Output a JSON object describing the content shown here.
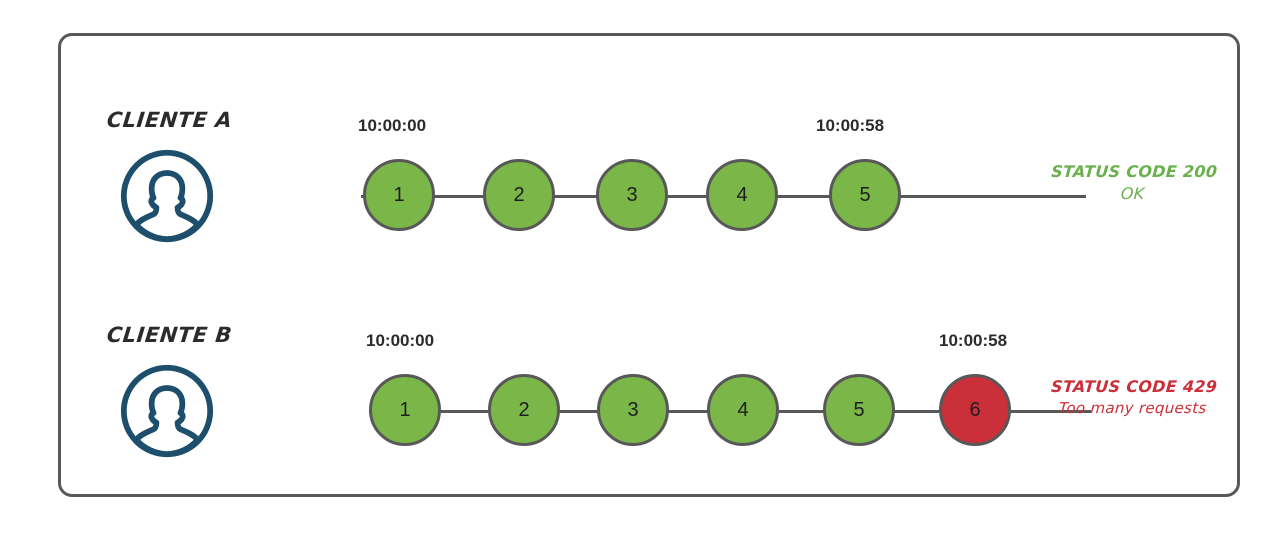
{
  "diagram": {
    "title_present": false,
    "colors": {
      "success": "#7ab648",
      "error": "#cb2f39",
      "stroke": "#585858",
      "avatar": "#1d4e6b",
      "status_ok_text": "#6ab04c",
      "status_fail_text": "#cb2f39"
    },
    "rows": [
      {
        "client_label": "CLIENTE A",
        "avatar_icon": "user-avatar-icon",
        "timestamp_start": "10:00:00",
        "timestamp_end": "10:00:58",
        "nodes": [
          {
            "label": "1",
            "state": "ok"
          },
          {
            "label": "2",
            "state": "ok"
          },
          {
            "label": "3",
            "state": "ok"
          },
          {
            "label": "4",
            "state": "ok"
          },
          {
            "label": "5",
            "state": "ok"
          }
        ],
        "status": {
          "code": "STATUS CODE 200",
          "message": "OK",
          "state": "ok"
        }
      },
      {
        "client_label": "CLIENTE B",
        "avatar_icon": "user-avatar-icon",
        "timestamp_start": "10:00:00",
        "timestamp_end": "10:00:58",
        "nodes": [
          {
            "label": "1",
            "state": "ok"
          },
          {
            "label": "2",
            "state": "ok"
          },
          {
            "label": "3",
            "state": "ok"
          },
          {
            "label": "4",
            "state": "ok"
          },
          {
            "label": "5",
            "state": "ok"
          },
          {
            "label": "6",
            "state": "fail"
          }
        ],
        "status": {
          "code": "STATUS CODE 429",
          "message": "Too many requests",
          "state": "fail"
        }
      }
    ]
  }
}
